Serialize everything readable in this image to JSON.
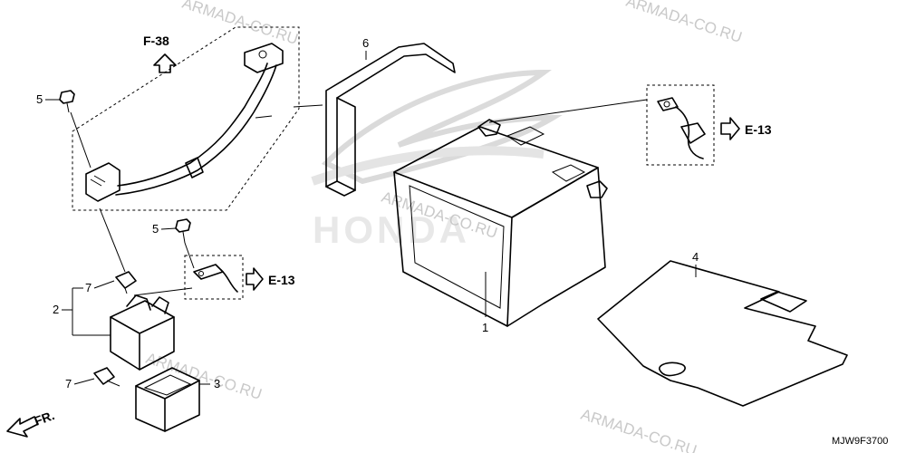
{
  "callouts": {
    "p1": "1",
    "p2": "2",
    "p3": "3",
    "p4": "4",
    "p5a": "5",
    "p5b": "5",
    "p6": "6",
    "p7a": "7",
    "p7b": "7"
  },
  "refs": {
    "f38": "F-38",
    "e13_mid": "E-13",
    "e13_right": "E-13",
    "front": "FR."
  },
  "code": "MJW9F3700",
  "watermarks": [
    "ARMADA-CO.RU",
    "ARMADA-CO.RU",
    "ARMADA-CO.RU",
    "ARMADA-CO.RU",
    "ARMADA-CO.RU"
  ],
  "logo_text": "HONDA",
  "colors": {
    "line": "#000000",
    "watermark": "#c9c9c9",
    "background": "#ffffff"
  }
}
